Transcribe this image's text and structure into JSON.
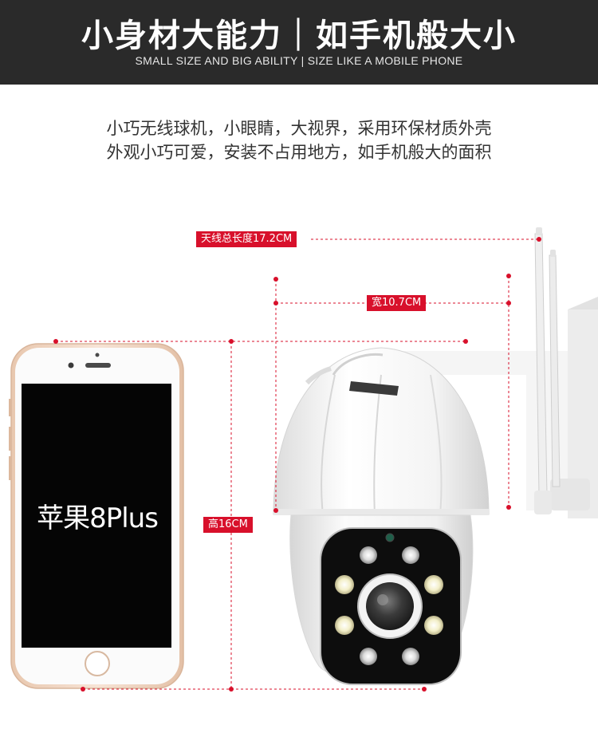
{
  "banner": {
    "title": "小身材大能力｜如手机般大小",
    "subtitle": "SMALL SIZE AND BIG ABILITY | SIZE LIKE A MOBILE PHONE"
  },
  "description": {
    "line1": "小巧无线球机，小眼睛，大视界，采用环保材质外壳",
    "line2": "外观小巧可爱，安装不占用地方，如手机般大的面积"
  },
  "dimensions": {
    "antenna_label": "天线总长度17.2CM",
    "width_label": "宽10.7CM",
    "height_label": "高16CM"
  },
  "phone": {
    "screen_text": "苹果8Plus"
  },
  "colors": {
    "banner_bg": "#2a2a2a",
    "accent_red": "#d8102b",
    "phone_gold": "#f0d6c2"
  }
}
